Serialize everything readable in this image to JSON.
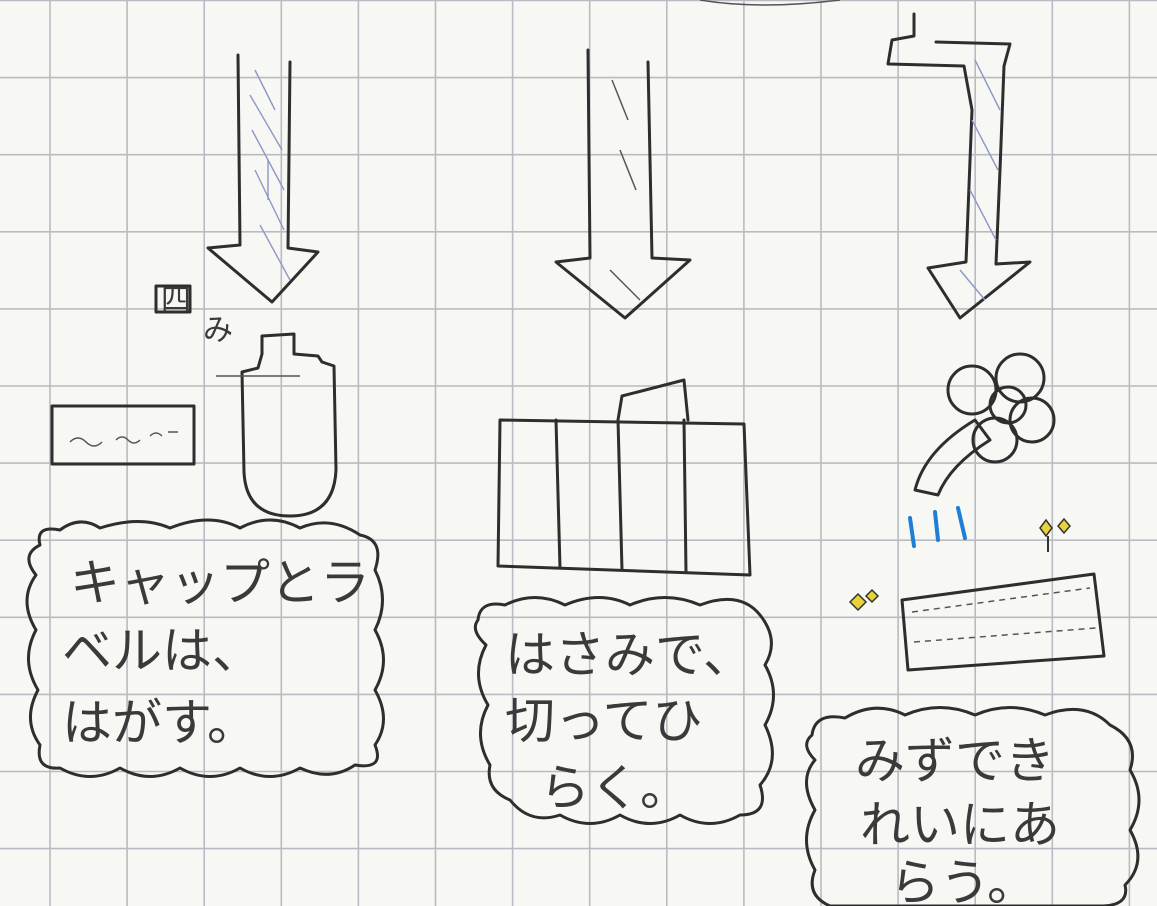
{
  "steps": [
    {
      "number": "四",
      "number_suffix": "み",
      "label_lines": [
        "キャップとラ",
        "ベルは、",
        "はがす。"
      ]
    },
    {
      "label_lines": [
        "はさみで、",
        "切ってひ",
        "らく。"
      ]
    },
    {
      "label_lines": [
        "みずでき",
        "れいにあ",
        "らう。"
      ]
    }
  ],
  "colors": {
    "grid": "#b8bcc2",
    "ink": "#2e2e2e",
    "hatch": "#8d97c8",
    "water": "#1e7fd6",
    "sparkle": "#e8d23a"
  },
  "icons": [
    "down-arrow-icon",
    "bottle-icon",
    "label-strip-icon",
    "cut-bottle-icon",
    "shower-icon",
    "water-drops-icon",
    "sparkle-icon",
    "clean-tray-icon"
  ]
}
